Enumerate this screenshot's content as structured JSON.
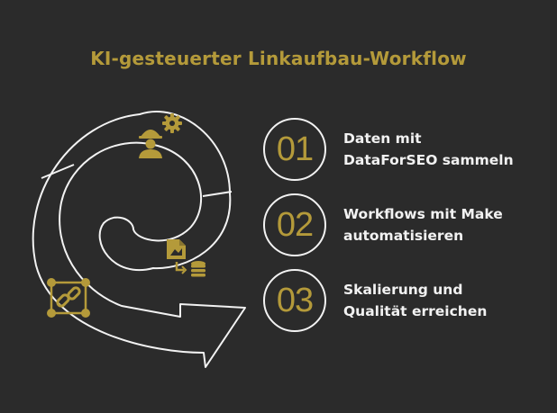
{
  "title": "KI-gesteuerter Linkaufbau-Workflow",
  "colors": {
    "background": "#2b2b2b",
    "accent": "#b49a3a",
    "line": "#f2f2f2"
  },
  "diagram": {
    "icons": [
      {
        "name": "worker-with-gear-icon"
      },
      {
        "name": "file-to-database-icon"
      },
      {
        "name": "linked-nodes-chain-icon"
      }
    ]
  },
  "steps": [
    {
      "number": "01",
      "label_line1": "Daten mit",
      "label_line2": "DataForSEO sammeln"
    },
    {
      "number": "02",
      "label_line1": "Workflows mit Make",
      "label_line2": "automatisieren"
    },
    {
      "number": "03",
      "label_line1": "Skalierung und",
      "label_line2": "Qualität erreichen"
    }
  ]
}
